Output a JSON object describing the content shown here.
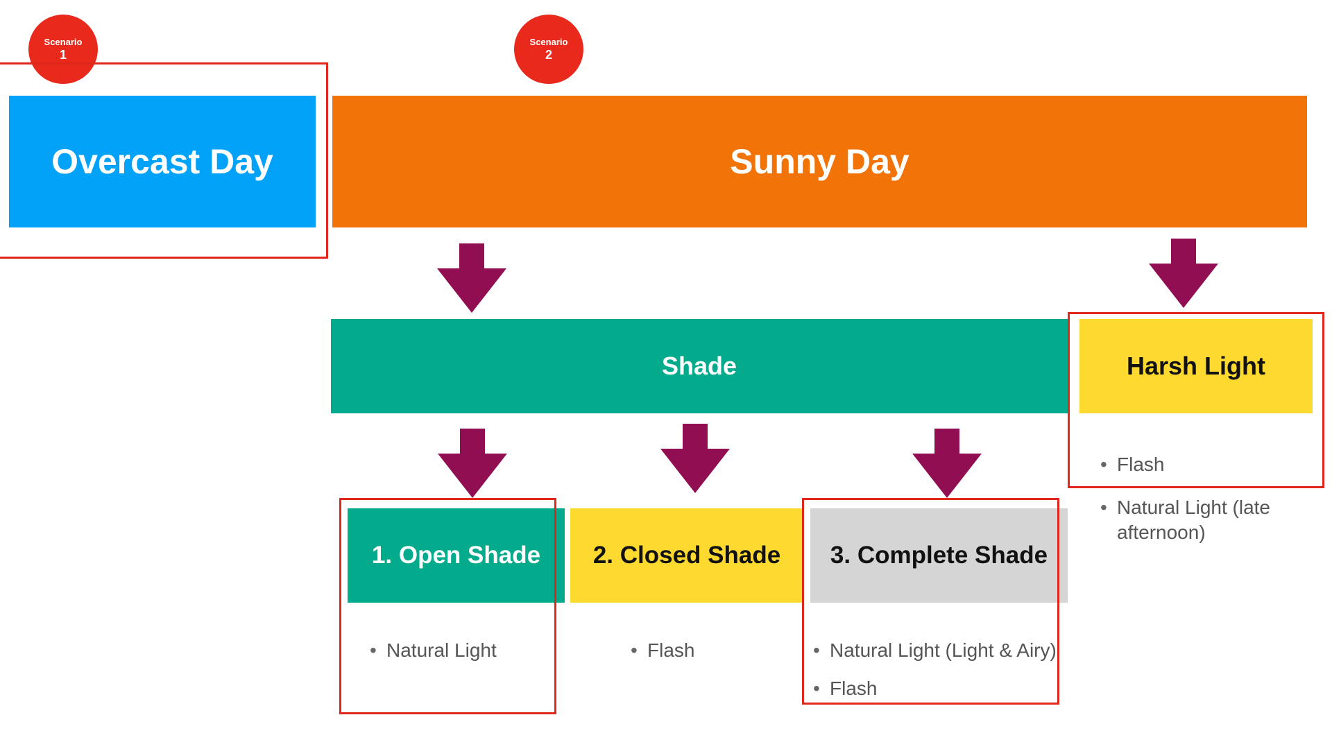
{
  "colors": {
    "badge": "#e8291c",
    "overcast": "#03a2f9",
    "sunny": "#f27409",
    "shade": "#03aa8b",
    "harsh": "#fed930",
    "open_shade": "#03aa8b",
    "closed_shade": "#fed930",
    "complete_shade": "#d5d5d5",
    "arrow": "#920e52",
    "highlight_outline": "#e1271c"
  },
  "badges": [
    {
      "label": "Scenario",
      "number": "1"
    },
    {
      "label": "Scenario",
      "number": "2"
    }
  ],
  "boxes": {
    "overcast": "Overcast Day",
    "sunny": "Sunny Day",
    "shade": "Shade",
    "harsh": "Harsh Light",
    "open_shade": "1. Open Shade",
    "closed_shade": "2. Closed Shade",
    "complete_shade": "3. Complete Shade"
  },
  "bullets": {
    "harsh": [
      "Flash",
      "Natural Light (late afternoon)"
    ],
    "open_shade": [
      "Natural Light"
    ],
    "closed_shade": [
      "Flash"
    ],
    "complete_shade": [
      "Natural Light (Light & Airy)",
      "Flash"
    ]
  },
  "icons": {
    "arrow": "arrow-down-icon"
  }
}
